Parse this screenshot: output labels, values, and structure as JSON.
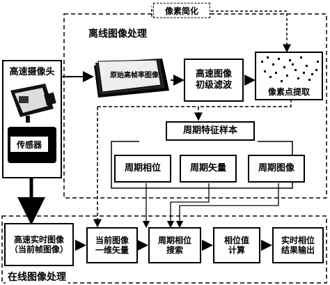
{
  "labels": {
    "pixel_simplify": "像素简化",
    "offline_title": "离线图像处理",
    "online_title": "在线图像处理",
    "camera_title": "高速摄像头",
    "sensor": "传感器",
    "raw_images": "原始高帧率图像",
    "filter": "高速图像初级滤波",
    "pixel_extract": "像素点提取",
    "feature_samples": "周期特征样本",
    "period_phase": "周期相位",
    "period_vector": "周期矢量",
    "period_image": "周期图像",
    "realtime_image": "高速实时图像（当前帧图像）",
    "current_vector": "当前图像一维矢量",
    "phase_search": "周期相位搜索",
    "phase_calc": "相位值计算",
    "output": "实时相位结果输出"
  }
}
